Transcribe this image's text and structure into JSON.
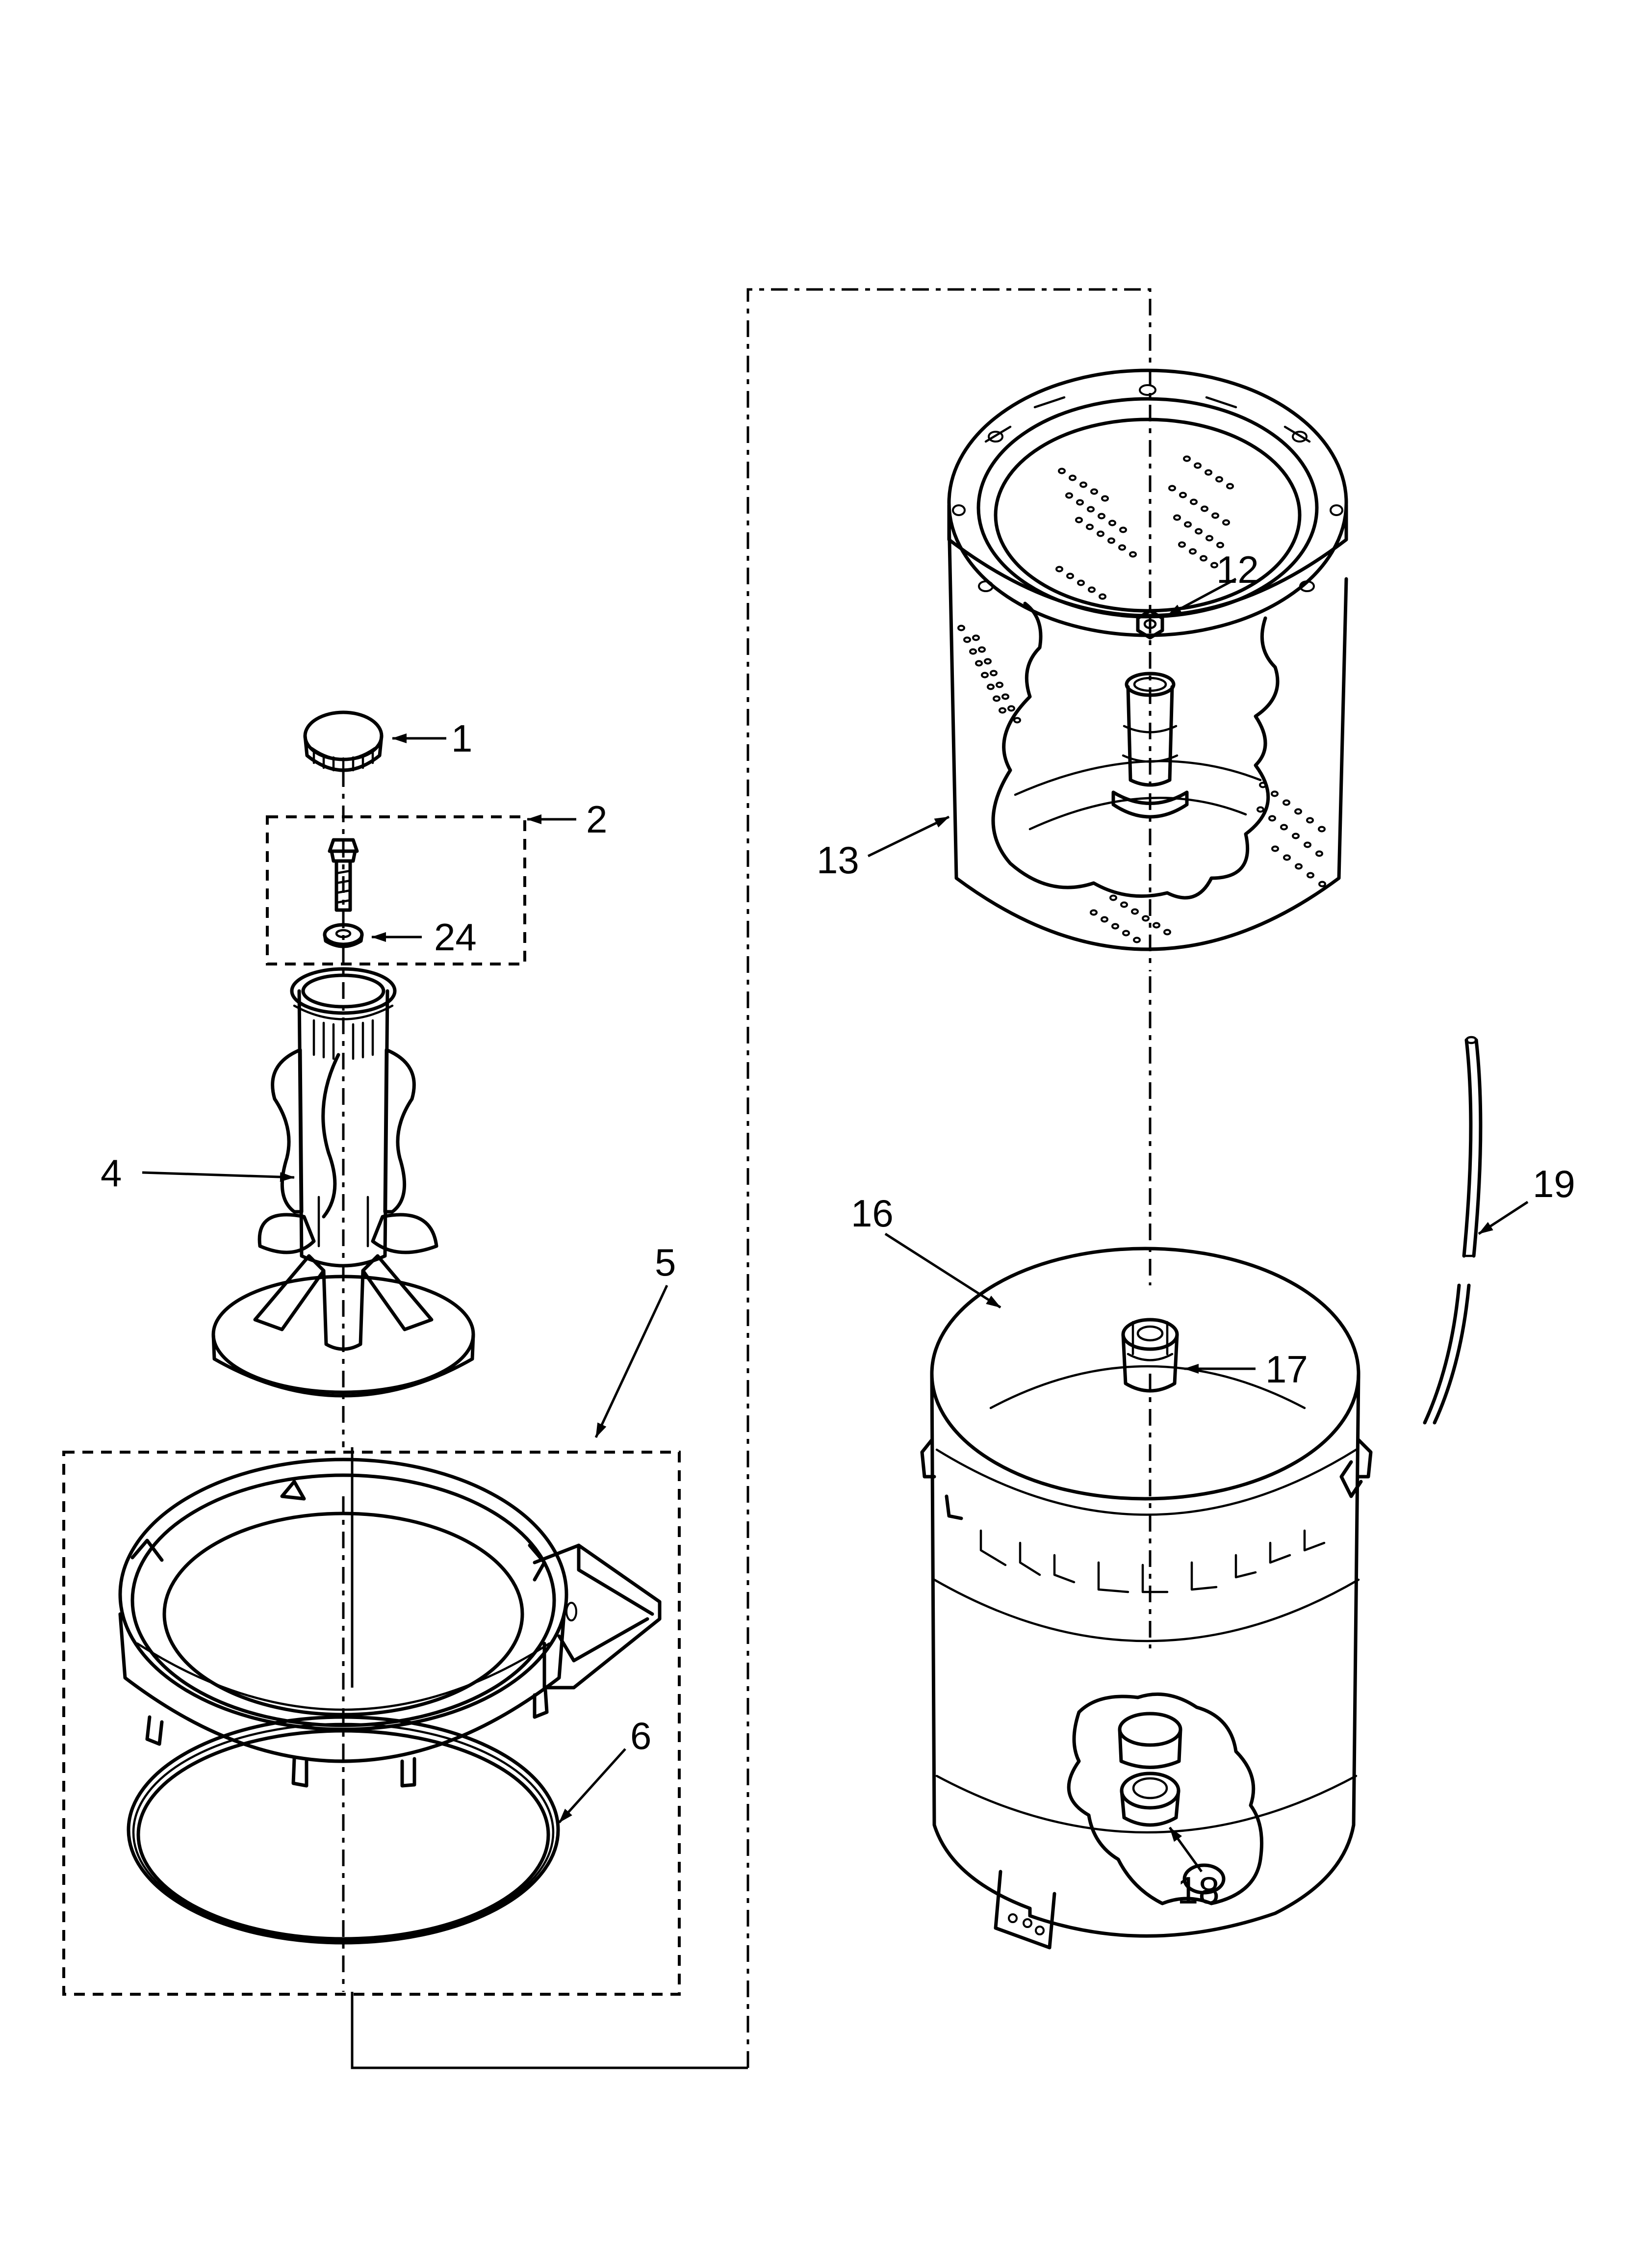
{
  "diagram": {
    "type": "exploded-parts-view",
    "callouts": [
      {
        "id": "c1",
        "label": "1",
        "part": "cap"
      },
      {
        "id": "c2",
        "label": "2",
        "part": "bolt-kit"
      },
      {
        "id": "c24",
        "label": "24",
        "part": "washer"
      },
      {
        "id": "c4",
        "label": "4",
        "part": "agitator"
      },
      {
        "id": "c5",
        "label": "5",
        "part": "tub-ring-kit"
      },
      {
        "id": "c6",
        "label": "6",
        "part": "seal-ring"
      },
      {
        "id": "c12",
        "label": "12",
        "part": "nut"
      },
      {
        "id": "c13",
        "label": "13",
        "part": "wash-basket"
      },
      {
        "id": "c16",
        "label": "16",
        "part": "outer-tub"
      },
      {
        "id": "c17",
        "label": "17",
        "part": "drive-hub"
      },
      {
        "id": "c18",
        "label": "18",
        "part": "tub-fitting"
      },
      {
        "id": "c19",
        "label": "19",
        "part": "hose"
      }
    ]
  }
}
